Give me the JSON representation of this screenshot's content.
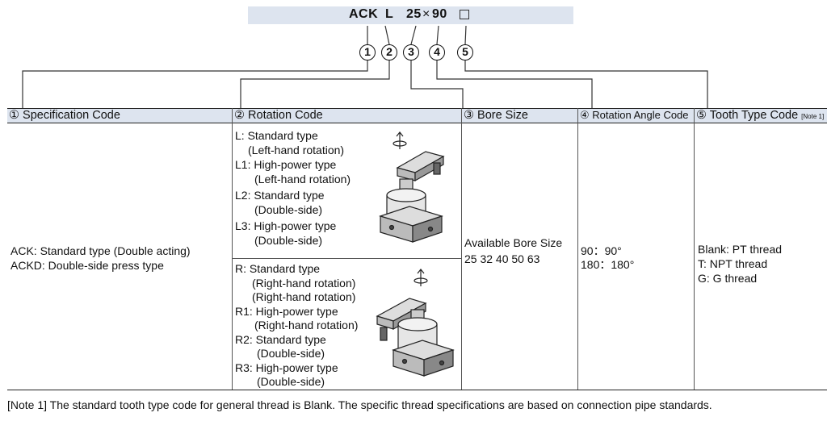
{
  "model_code": {
    "parts": [
      "ACK",
      "L",
      "25",
      "×",
      "90"
    ],
    "option_box": "□"
  },
  "callouts": [
    "1",
    "2",
    "3",
    "4",
    "5"
  ],
  "headers": {
    "spec": "① Specification Code",
    "rotation": "② Rotation Code",
    "bore": "③ Bore Size",
    "angle": "④ Rotation Angle Code",
    "tooth": "⑤ Tooth Type Code",
    "tooth_note": "[Note 1]"
  },
  "spec": {
    "lines": [
      "ACK: Standard type (Double acting)",
      "ACKD: Double-side press type"
    ]
  },
  "rotation_left": {
    "lines": [
      "L: Standard type",
      "(Left-hand rotation)",
      "L1: High-power type",
      "(Left-hand rotation)",
      "L2: Standard type",
      "(Double-side)",
      "L3: High-power type",
      "(Double-side)"
    ]
  },
  "rotation_right": {
    "lines": [
      "R: Standard type",
      "(Right-hand rotation)",
      "(Right-hand rotation)",
      "R1: High-power type",
      "(Right-hand rotation)",
      "R2: Standard type",
      "(Double-side)",
      "R3: High-power type",
      "(Double-side)"
    ]
  },
  "bore": {
    "title": "Available Bore Size",
    "values": "25 32 40 50 63"
  },
  "angle": {
    "lines": [
      "90：90°",
      "180：180°"
    ]
  },
  "tooth": {
    "lines": [
      "Blank: PT thread",
      "T: NPT thread",
      "G: G thread"
    ]
  },
  "footnote": "[Note 1] The standard tooth type code for general thread is Blank. The specific thread specifications are based on connection pipe standards.",
  "colors": {
    "header_bg": "#dde4ef",
    "line": "#555555"
  }
}
